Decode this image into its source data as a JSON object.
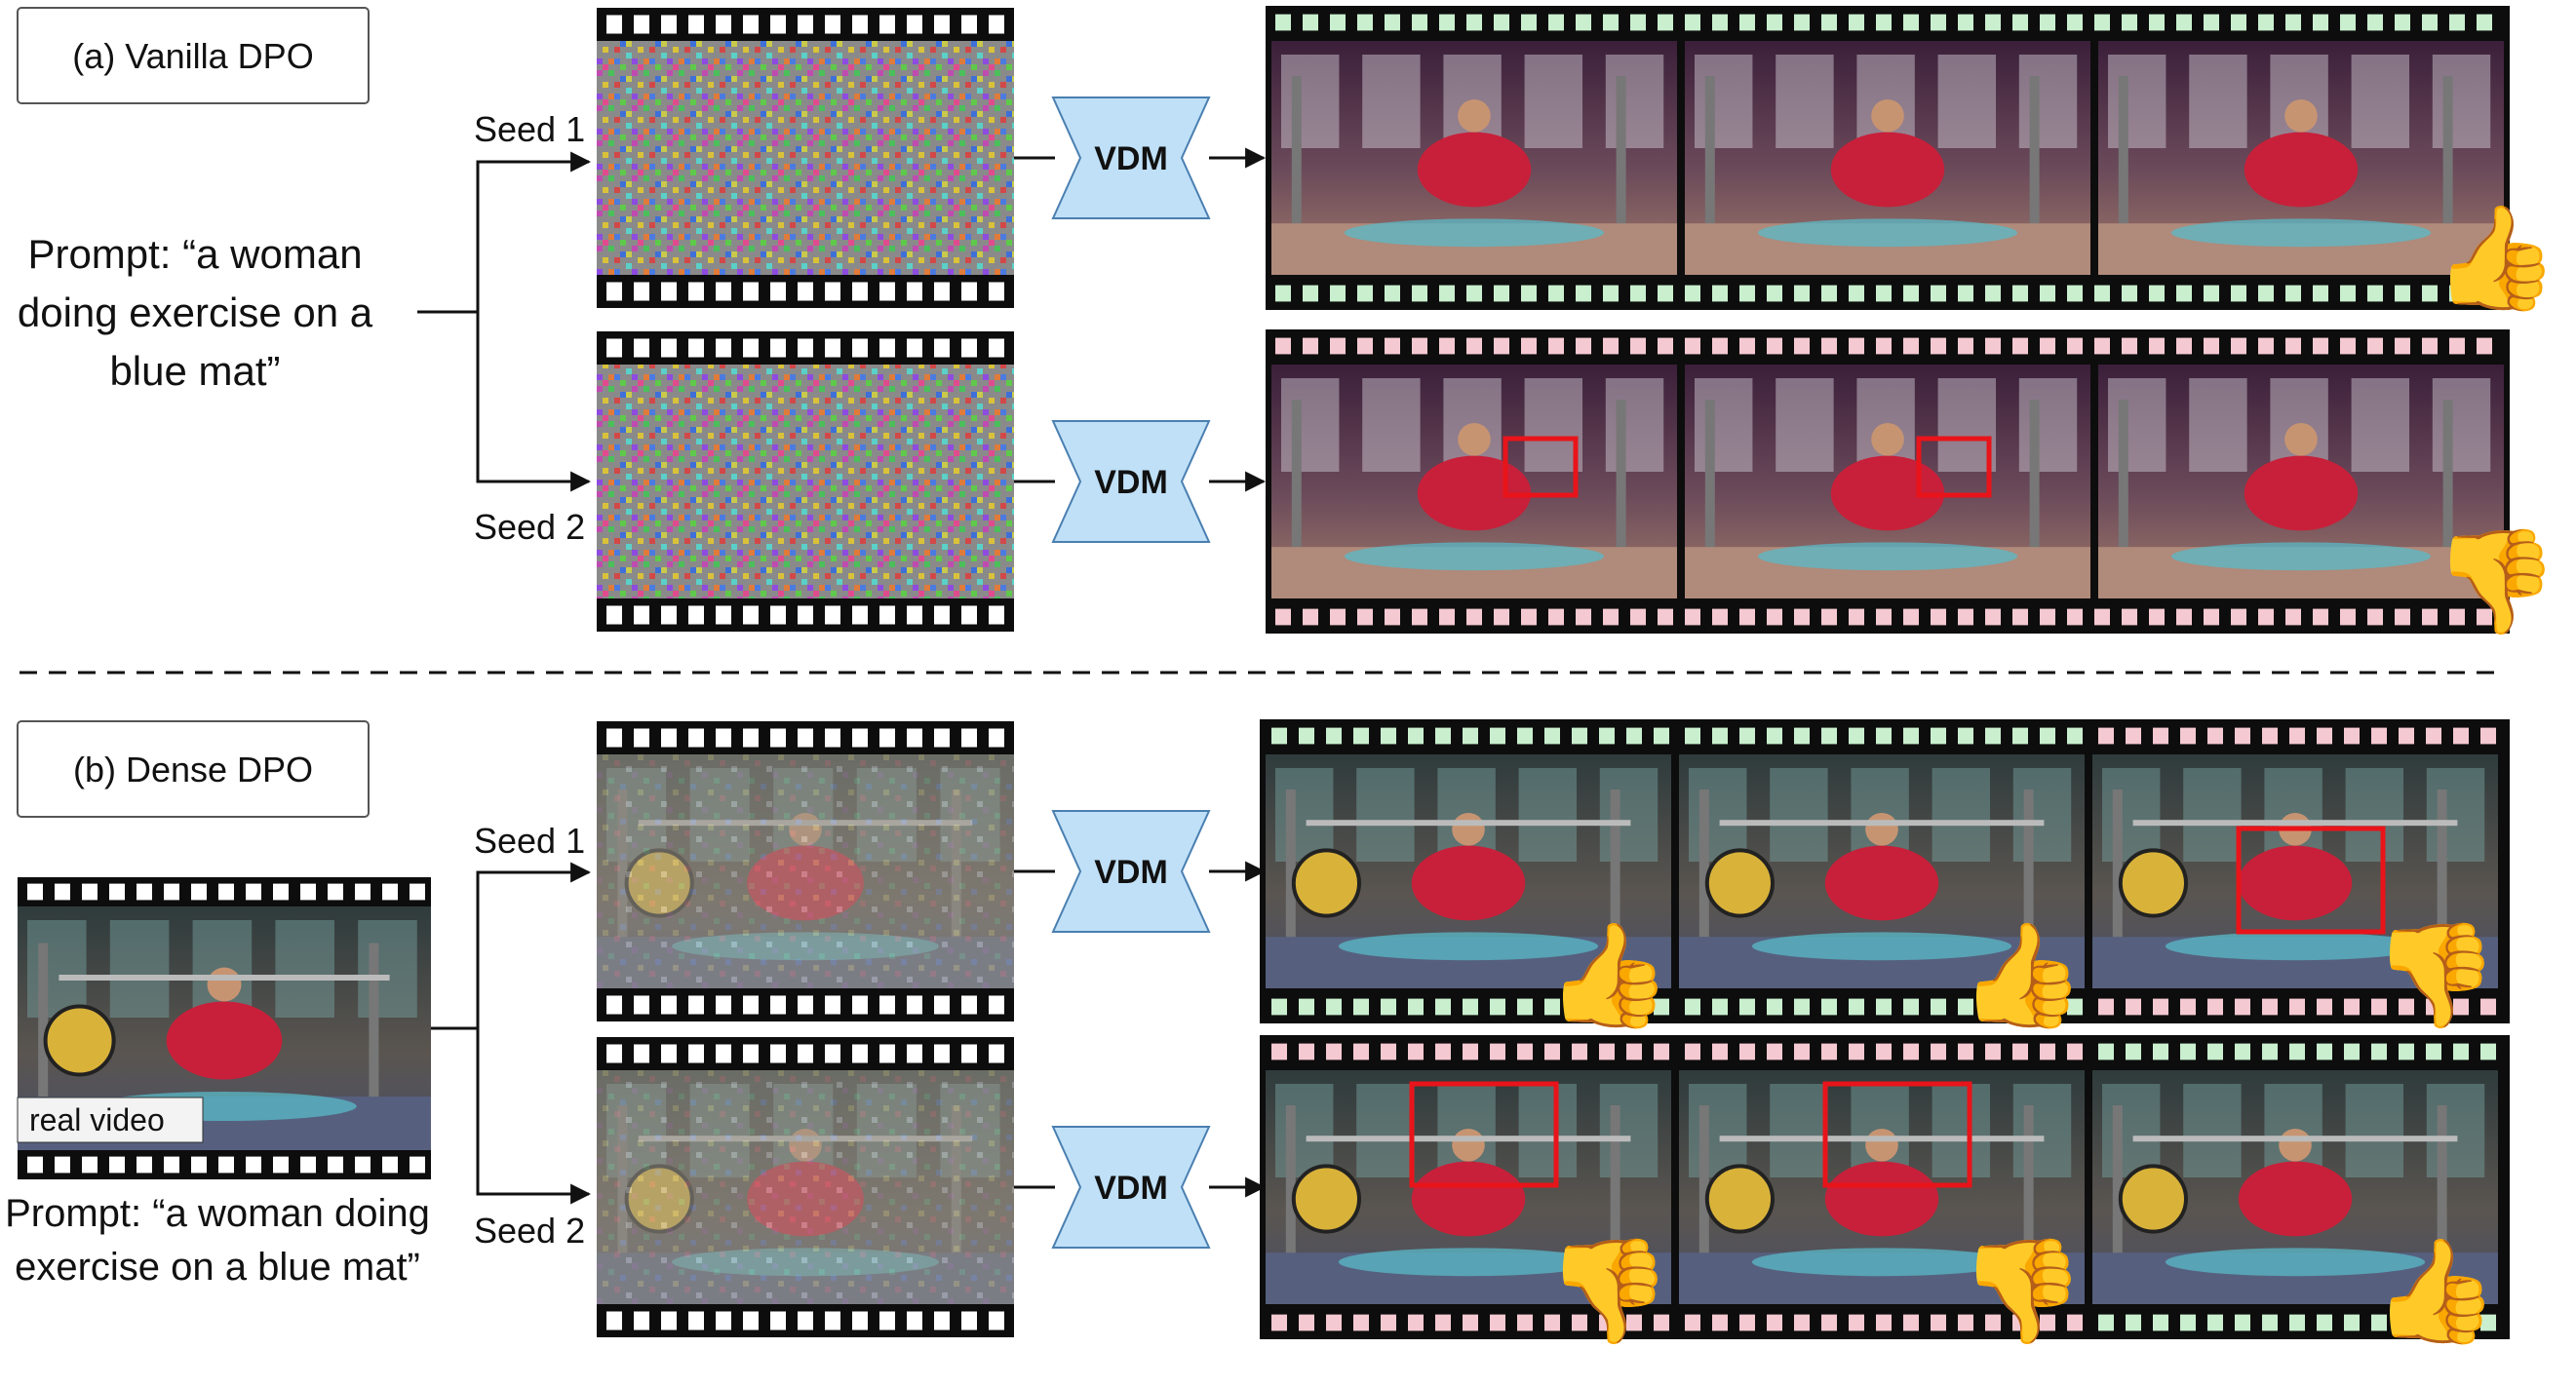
{
  "panel_a": {
    "title": "(a) Vanilla DPO",
    "prompt_lines": [
      "Prompt: “a woman",
      "doing exercise on a",
      "blue mat”"
    ],
    "seed1_label": "Seed 1",
    "seed2_label": "Seed 2",
    "model_label": "VDM",
    "rows": [
      {
        "frame_tints": [
          "green",
          "green",
          "green"
        ],
        "rating": [
          "up"
        ],
        "highlight_frames": []
      },
      {
        "frame_tints": [
          "pink",
          "pink",
          "pink"
        ],
        "rating": [
          "down"
        ],
        "highlight_frames": [
          1,
          2
        ]
      }
    ]
  },
  "panel_b": {
    "title": "(b) Dense DPO",
    "input_badge": "real video",
    "prompt_lines": [
      "Prompt: “a woman doing",
      "exercise on a blue mat”"
    ],
    "seed1_label": "Seed 1",
    "seed2_label": "Seed 2",
    "model_label": "VDM",
    "rows": [
      {
        "frame_tints": [
          "green",
          "green",
          "pink"
        ],
        "rating": [
          "up",
          "up",
          "down"
        ],
        "highlight_frames": [
          3
        ]
      },
      {
        "frame_tints": [
          "pink",
          "pink",
          "green"
        ],
        "rating": [
          "down",
          "down",
          "up"
        ],
        "highlight_frames": [
          1,
          2
        ]
      }
    ]
  },
  "colors": {
    "film": "#0d0d0d",
    "hole": "#ffffff",
    "tint_green": "#c9efcf",
    "tint_pink": "#f5c9d2",
    "vdm_fill": "#bfe0f7",
    "vdm_stroke": "#4a7fb0",
    "highlight": "#e8141a",
    "thumb": "#f7b92b"
  },
  "icons": [
    "thumbs-up-icon",
    "thumbs-down-icon"
  ]
}
